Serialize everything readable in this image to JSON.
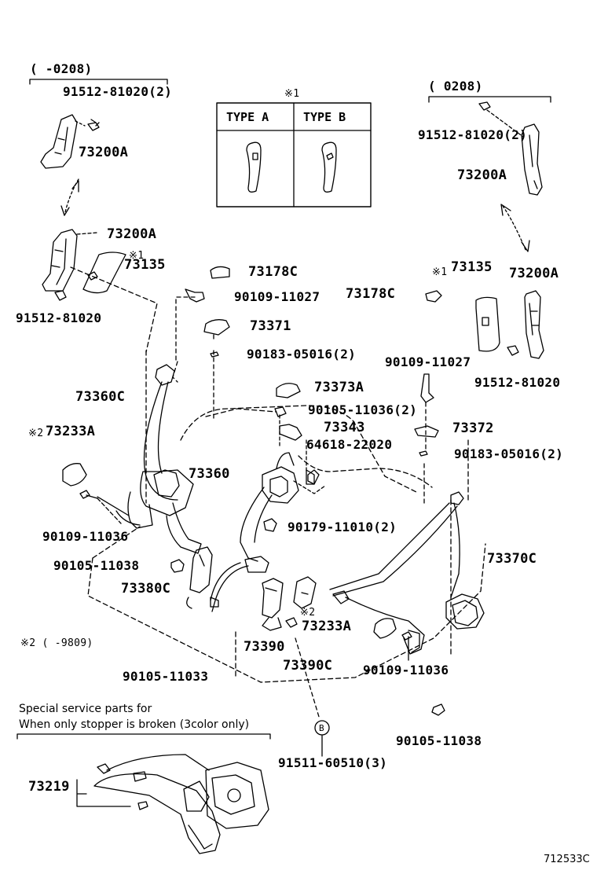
{
  "diagram_id": "712533C",
  "range_left": "(      -0208)",
  "range_right": "(      0208)",
  "note2_range": "※2 (      -9809)",
  "mark1": "※1",
  "mark2": "※2",
  "type_table": {
    "col_a": "TYPE  A",
    "col_b": "TYPE  B"
  },
  "special_service": {
    "line1": "Special service parts for",
    "line2": "When only stopper is broken (3color only)"
  },
  "callout_b": "B",
  "parts": {
    "p_91512_81020_2_left": "91512-81020(2)",
    "p_73200A_top_left": "73200A",
    "p_73200A_mid_left": "73200A",
    "p_73135_left": "73135",
    "p_91512_81020_left": "91512-81020",
    "p_73178C_center": "73178C",
    "p_90109_11027_center": "90109-11027",
    "p_73371": "73371",
    "p_90183_05016_2_center": "90183-05016(2)",
    "p_73373A": "73373A",
    "p_90105_11036_2": "90105-11036(2)",
    "p_73343": "73343",
    "p_64618_22020": "64618-22020",
    "p_73360": "73360",
    "p_90179_11010_2": "90179-11010(2)",
    "p_73360C": "73360C",
    "p_73233A_left": "73233A",
    "p_90109_11036_left": "90109-11036",
    "p_90105_11038_left": "90105-11038",
    "p_73380C": "73380C",
    "p_73390": "73390",
    "p_73390C": "73390C",
    "p_73233A_center": "73233A",
    "p_90105_11033": "90105-11033",
    "p_91511_60510_3": "91511-60510(3)",
    "p_73219": "73219",
    "p_91512_81020_2_right": "91512-81020(2)",
    "p_73200A_top_right": "73200A",
    "p_73178C_right": "73178C",
    "p_73135_right": "73135",
    "p_73200A_mid_right": "73200A",
    "p_90109_11027_right": "90109-11027",
    "p_91512_81020_right": "91512-81020",
    "p_73372": "73372",
    "p_90183_05016_2_right": "90183-05016(2)",
    "p_73370C": "73370C",
    "p_90109_11036_right": "90109-11036",
    "p_90105_11038_right": "90105-11038"
  }
}
